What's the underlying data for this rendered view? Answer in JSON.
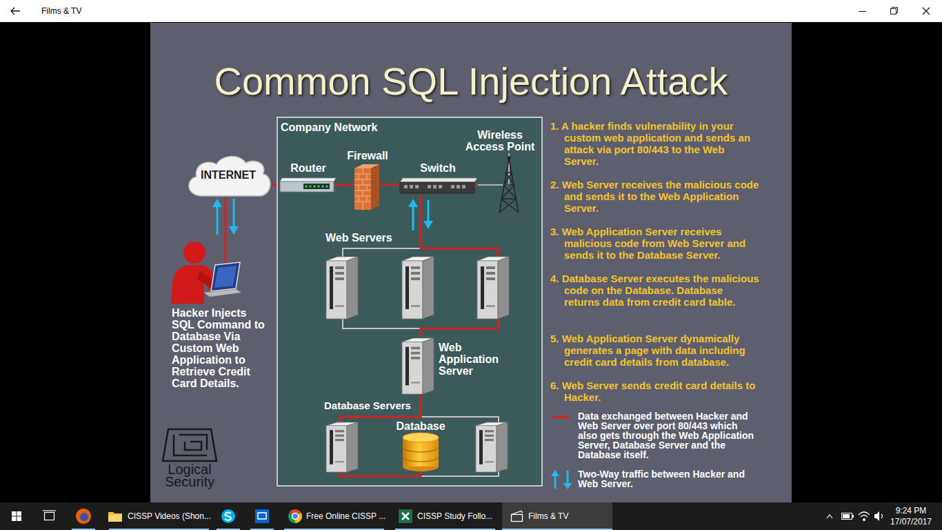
{
  "diagram": {
    "title": "Common SQL Injection Attack",
    "nodes": [
      {
        "text": [
          "INTERNET"
        ]
      },
      {
        "text": [
          "Hacker Injects SQL Command to Database Via Custom Web Application to Retrieve Credit Card Details."
        ]
      },
      {
        "text": [
          "Company Network"
        ]
      },
      {
        "text": [
          "Router"
        ],
        "in": 2
      },
      {
        "text": [
          "Firewall"
        ],
        "in": 2
      },
      {
        "text": [
          "Switch"
        ],
        "in": 2
      },
      {
        "text": [
          "Wireless Access Point"
        ],
        "in": 2
      },
      {
        "text": [
          "Web Servers"
        ],
        "in": 2
      },
      {
        "text": [
          "Web Application Server"
        ],
        "in": 2
      },
      {
        "text": [
          "Database Servers"
        ],
        "in": 2
      },
      {
        "text": [
          "Database"
        ],
        "in": 9
      }
    ],
    "edges": [
      {
        "from": 1,
        "to": 0,
        "arrow": "none"
      },
      {
        "from": 0,
        "to": 3,
        "arrow": "none"
      },
      {
        "from": 3,
        "to": 4,
        "arrow": "none"
      },
      {
        "from": 4,
        "to": 5,
        "arrow": "none"
      },
      {
        "from": 5,
        "to": 6,
        "arrow": "none"
      },
      {
        "from": 5,
        "to": 7,
        "arrow": "none"
      },
      {
        "from": 7,
        "to": 8,
        "arrow": "none"
      },
      {
        "from": 8,
        "to": 9,
        "arrow": "none"
      }
    ],
    "labels": [
      "Films & TV",
      "1. A hacker finds vulnerability in your custom web application and sends an attack via port 80/443 to the Web Server.",
      "2. Web Server receives the malicious code and sends it to the Web Application Server.",
      "3. Web Application Server receives malicious code from Web Server and sends it to the Database Server.",
      "4. Database Server executes the malicious code on the Database. Database returns data from credit card table.",
      "5. Web Application Server dynamically generates a page with data including credit card details from database.",
      "6. Web Server sends credit card details to Hacker.",
      "Logical Security",
      "CISSP Videos (Shon...",
      "Free Online CISSP ...",
      "CISSP Study Follo...",
      "Films & TV",
      "9:24 PM",
      "17/07/2017"
    ],
    "legend": [
      {
        "text": "Data exchanged between Hacker and Web Server over port 80/443 which also gets through the Web Application Server, Database Server and the Database itself."
      },
      {
        "text": "Two-Way traffic between Hacker and Web Server."
      }
    ]
  }
}
